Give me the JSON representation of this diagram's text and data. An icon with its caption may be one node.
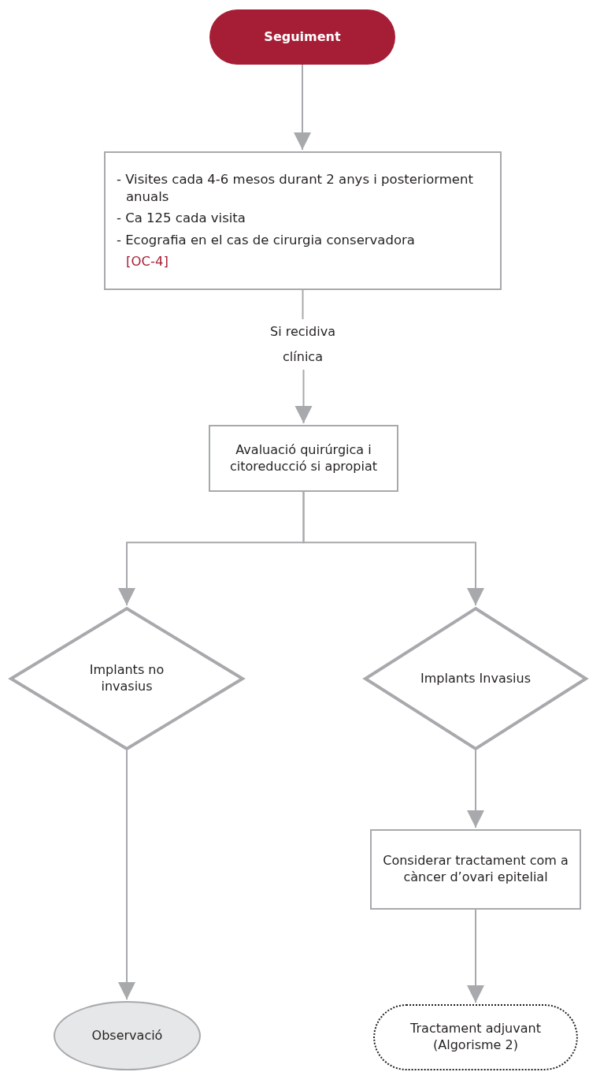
{
  "diagram": {
    "nodes": [
      {
        "text": [
          "Seguiment"
        ]
      },
      {
        "text": [
          "- Visites cada 4-6 mesos durant 2 anys i posteriorment anuals",
          "- Ca 125 cada visita",
          "- Ecografia en el cas de cirurgia conservadora",
          "[OC-4]"
        ]
      },
      {
        "text": [
          "Avaluació quirúrgica i citoreducció si apropiat"
        ]
      },
      {
        "text": [
          "Implants no invasius"
        ]
      },
      {
        "text": [
          "Implants Invasius"
        ]
      },
      {
        "text": [
          "Considerar tractament com a càncer d’ovari epitelial"
        ]
      },
      {
        "text": [
          "Observació"
        ]
      },
      {
        "text": [
          "Tractament adjuvant (Algorisme 2)"
        ]
      }
    ],
    "edges": [
      {
        "from": 0,
        "to": 1,
        "arrow": "to"
      },
      {
        "from": 1,
        "to": 2,
        "arrow": "to",
        "label": "Si recidiva clínica"
      },
      {
        "from": 2,
        "to": 3,
        "arrow": "to"
      },
      {
        "from": 2,
        "to": 4,
        "arrow": "to"
      },
      {
        "from": 3,
        "to": 6,
        "arrow": "to"
      },
      {
        "from": 4,
        "to": 5,
        "arrow": "to"
      },
      {
        "from": 5,
        "to": 7,
        "arrow": "to"
      }
    ]
  }
}
